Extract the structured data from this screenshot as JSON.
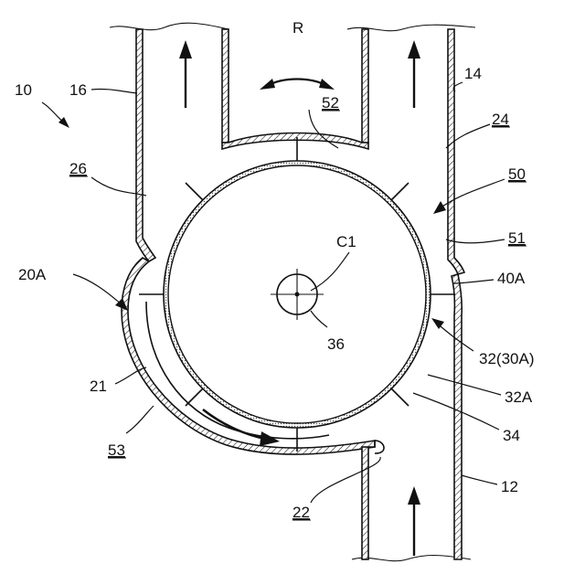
{
  "labels": {
    "l10": "10",
    "l16": "16",
    "l14": "14",
    "l24": "24",
    "l26": "26",
    "l50": "50",
    "l51": "51",
    "l52": "52",
    "lR": "R",
    "lC1": "C1",
    "l36": "36",
    "l20A": "20A",
    "l40A": "40A",
    "l32": "32(30A)",
    "l32A": "32A",
    "l21": "21",
    "l34": "34",
    "l53": "53",
    "l22": "22",
    "l12": "12"
  },
  "underlined": [
    "24",
    "26",
    "50",
    "51",
    "52",
    "53",
    "22"
  ],
  "icons": [
    "flow-arrow-icon",
    "rotation-arrow-icon",
    "rotor-rotation-arrow-icon",
    "center-mark-icon"
  ]
}
